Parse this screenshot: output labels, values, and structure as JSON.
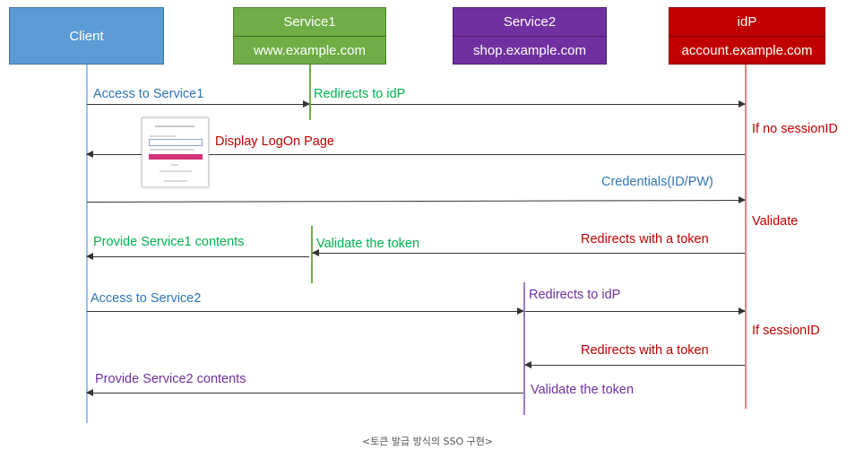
{
  "participants": {
    "client": {
      "name": "Client",
      "color": "#5b9bd5"
    },
    "service1": {
      "name": "Service1",
      "domain": "www.example.com",
      "color": "#70ad47"
    },
    "service2": {
      "name": "Service2",
      "domain": "shop.example.com",
      "color": "#7030a0"
    },
    "idp": {
      "name": "idP",
      "domain": "account.example.com",
      "color": "#c00000"
    }
  },
  "messages": {
    "m1": "Access to Service1",
    "m2": "Redirects to idP",
    "m3": "If no sessionID",
    "m4": "Display LogOn Page",
    "m5": "Credentials(ID/PW)",
    "m6": "Validate",
    "m7": "Redirects with a token",
    "m8": "Validate the token",
    "m9": "Provide Service1 contents",
    "m10": "Access to Service2",
    "m11": "Redirects to idP",
    "m12": "If sessionID",
    "m13": "Redirects with a token",
    "m14": "Validate the token",
    "m15": "Provide Service2 contents"
  },
  "caption": "<토큰 발급 방식의 SSO 구현>",
  "colors": {
    "blue_text": "#2e75b6",
    "green_text": "#00b050",
    "red_text": "#c00000",
    "purple_text": "#7030a0",
    "arrow": "#333333"
  }
}
